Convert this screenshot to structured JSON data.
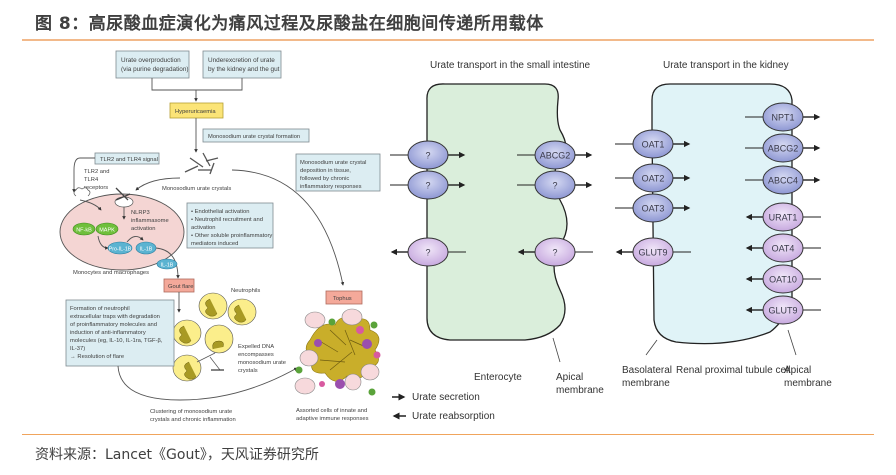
{
  "figure": {
    "title": "图 8：高尿酸血症演化为痛风过程及尿酸盐在细胞间传递所用载体",
    "source": "资料来源：Lancet《Gout》，天风证券研究所",
    "accent_color": "#f2b98a"
  },
  "pathway": {
    "overproduction": [
      "Urate overproduction",
      "(via purine degradation)"
    ],
    "underexcretion": [
      "Underexcretion of urate",
      "by the kidney and the gut"
    ],
    "hyperuricaemia": "Hyperuricaemia",
    "crystal_formation": "Monosodium urate crystal formation",
    "tlr_signal": "TLR2 and TLR4 signal",
    "tlr_receptors": [
      "TLR2 and",
      "TLR4",
      "receptors"
    ],
    "crystals_label": "Monosodium urate crystals",
    "deposition": [
      "Monosodium urate crystal",
      "deposition in tissue,",
      "followed by chronic",
      "inflammatory responses"
    ],
    "nlrp3": [
      "NLRP3",
      "inflammasome",
      "activation"
    ],
    "nfkb": "NF-kB",
    "mapk": "MAPK",
    "pro_il1b": "Pro-IL-1B",
    "il1b": "IL-1B",
    "il1b_out": "IL-1B",
    "monocytes": "Monocytes and macrophages",
    "effects": [
      "• Endothelial activation",
      "• Neutrophil recruitment and",
      "  activation",
      "• Other soluble proinflammatory",
      "  mediators induced"
    ],
    "gout_flare": "Gout flare",
    "neutrophils": "Neutrophils",
    "net_formation": [
      "Formation of neutrophil",
      "extracellular traps with degradation",
      "of proinflammatory molecules and",
      "induction of anti-inflammatory",
      "molecules (eg, IL-10, IL-1ra, TGF-β,",
      "IL-37)",
      "→ Resolution of flare"
    ],
    "expelled_dna": [
      "Expelled DNA",
      "encompasses",
      "monosodium urate",
      "crystals"
    ],
    "clustering": [
      "Clustering of monosodium urate",
      "crystals and chronic inflammation"
    ],
    "tophus": "Tophus",
    "assorted": [
      "Assorted cells of innate and",
      "adaptive immune responses"
    ]
  },
  "intestine": {
    "title": "Urate transport in the small intestine",
    "cell_label": "Enterocyte",
    "apical_label": [
      "Apical",
      "membrane"
    ],
    "basolateral_transporters": [
      {
        "name": "?",
        "direction": "secretion"
      },
      {
        "name": "?",
        "direction": "secretion"
      },
      {
        "name": "?",
        "direction": "reabsorption"
      }
    ],
    "apical_transporters": [
      {
        "name": "ABCG2",
        "direction": "secretion"
      },
      {
        "name": "?",
        "direction": "secretion"
      },
      {
        "name": "?",
        "direction": "reabsorption"
      }
    ]
  },
  "kidney": {
    "title": "Urate transport in the kidney",
    "cell_label": "Renal proximal tubule cell",
    "basolateral_label": [
      "Basolateral",
      "membrane"
    ],
    "apical_label": [
      "Apical",
      "membrane"
    ],
    "basolateral_transporters": [
      {
        "name": "OAT1",
        "direction": "secretion"
      },
      {
        "name": "OAT2",
        "direction": "secretion"
      },
      {
        "name": "OAT3",
        "direction": "secretion"
      },
      {
        "name": "GLUT9",
        "direction": "reabsorption"
      }
    ],
    "apical_transporters": [
      {
        "name": "NPT1",
        "direction": "secretion"
      },
      {
        "name": "ABCG2",
        "direction": "secretion"
      },
      {
        "name": "ABCC4",
        "direction": "secretion"
      },
      {
        "name": "URAT1",
        "direction": "reabsorption"
      },
      {
        "name": "OAT4",
        "direction": "reabsorption"
      },
      {
        "name": "OAT10",
        "direction": "reabsorption"
      },
      {
        "name": "GLUT9",
        "direction": "reabsorption"
      }
    ]
  },
  "legend": {
    "secretion": "Urate secretion",
    "reabsorption": "Urate reabsorption"
  }
}
